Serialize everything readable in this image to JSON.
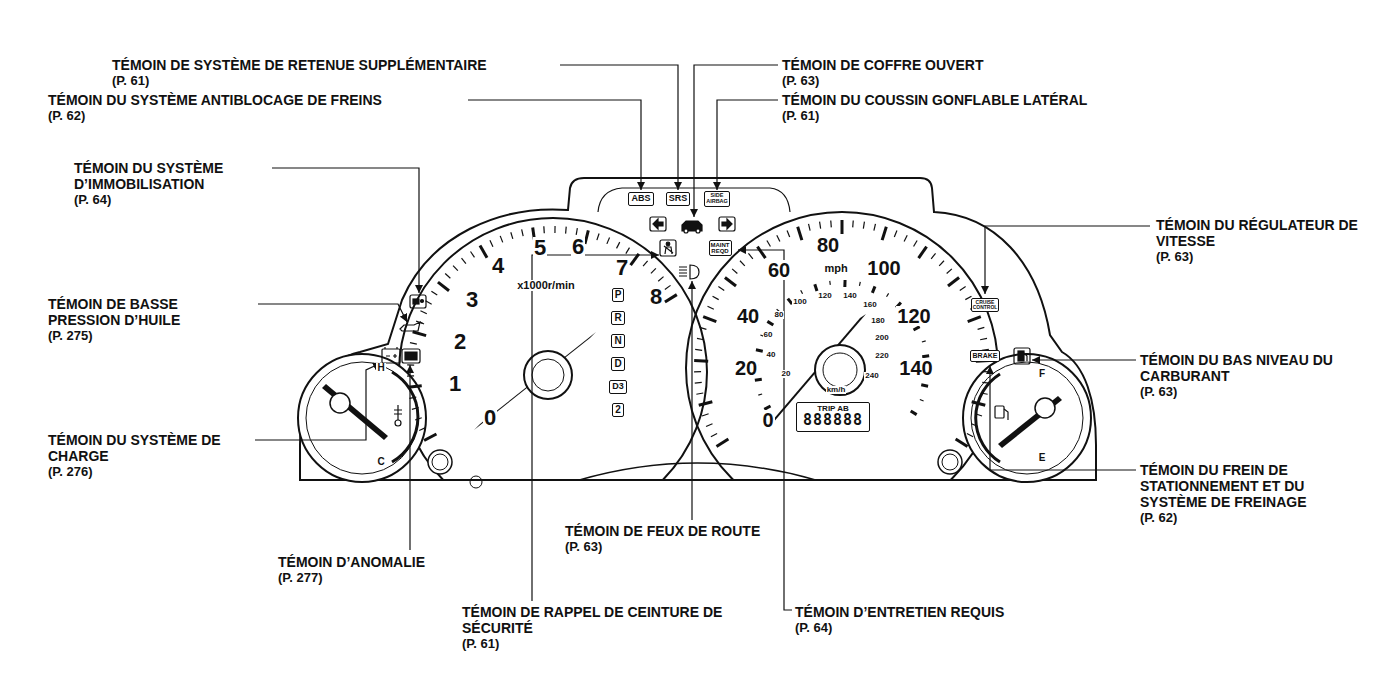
{
  "diagram": {
    "nodes": [
      {
        "text": [
          "ABS"
        ]
      },
      {
        "text": [
          "SRS"
        ]
      },
      {
        "text": [
          "SIDE AIRBAG"
        ]
      },
      {
        "text": [
          "MAINT REQD"
        ]
      },
      {
        "text": [
          "CRUISE CONTROL"
        ]
      },
      {
        "text": [
          "BRAKE"
        ]
      },
      {
        "text": [
          "P"
        ]
      },
      {
        "text": [
          "R"
        ]
      },
      {
        "text": [
          "N"
        ]
      },
      {
        "text": [
          "D"
        ]
      },
      {
        "text": [
          "D3"
        ]
      },
      {
        "text": [
          "2"
        ]
      },
      {
        "text": [
          "TRIP AB",
          "888888"
        ]
      }
    ],
    "labels": [
      "TÉMOIN DE SYSTÈME DE RETENUE SUPPLÉMENTAIRE",
      "(P. 61)",
      "TÉMOIN DE COFFRE OUVERT",
      "(P. 63)",
      "TÉMOIN DU SYSTÈME ANTIBLOCAGE DE FREINS",
      "(P. 62)",
      "TÉMOIN DU COUSSIN GONFLABLE LATÉRAL",
      "(P. 61)",
      "TÉMOIN DU SYSTÈME D’IMMOBILISATION",
      "(P. 64)",
      "TÉMOIN DU RÉGULATEUR DE VITESSE",
      "(P. 63)",
      "TÉMOIN DE BASSE PRESSION D’HUILE",
      "(P. 275)",
      "TÉMOIN DU BAS NIVEAU DU CARBURANT",
      "(P. 63)",
      "TÉMOIN DU SYSTÈME DE CHARGE",
      "(P. 276)",
      "TÉMOIN DU FREIN DE STATIONNEMENT ET DU SYSTÈME DE FREINAGE",
      "(P. 62)",
      "TÉMOIN D’ANOMALIE",
      "(P. 277)",
      "TÉMOIN DE FEUX DE ROUTE",
      "(P. 63)",
      "TÉMOIN DE RAPPEL DE CEINTURE DE SÉCURITÉ",
      "(P. 61)",
      "TÉMOIN D’ENTRETIEN REQUIS",
      "(P. 64)",
      "x1000r/min",
      "0",
      "1",
      "2",
      "3",
      "4",
      "5",
      "6",
      "7",
      "8",
      "mph",
      "0",
      "20",
      "40",
      "60",
      "80",
      "100",
      "120",
      "140",
      "km/h",
      "20",
      "40",
      "60",
      "80",
      "100",
      "120",
      "140",
      "160",
      "180",
      "200",
      "220",
      "240",
      "H",
      "C",
      "F",
      "E"
    ]
  }
}
